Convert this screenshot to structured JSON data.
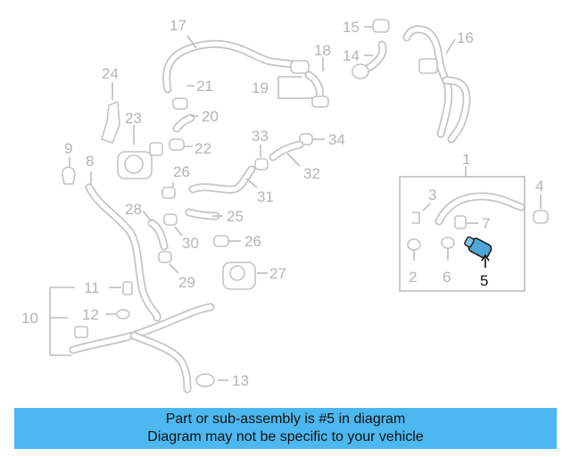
{
  "diagram": {
    "callouts": [
      "17",
      "15",
      "14",
      "16",
      "18",
      "19",
      "24",
      "21",
      "20",
      "23",
      "22",
      "33",
      "34",
      "32",
      "9",
      "8",
      "26",
      "31",
      "1",
      "3",
      "4",
      "28",
      "25",
      "7",
      "30",
      "26",
      "2",
      "6",
      "5",
      "27",
      "29",
      "11",
      "10",
      "12",
      "13"
    ],
    "highlighted_part": "5",
    "accent_color": "#4db8f0",
    "highlight_part_color": "#4da6d6"
  },
  "banner": {
    "line1": "Part or sub-assembly is #5 in diagram",
    "line2": "Diagram may not be specific to your vehicle"
  }
}
